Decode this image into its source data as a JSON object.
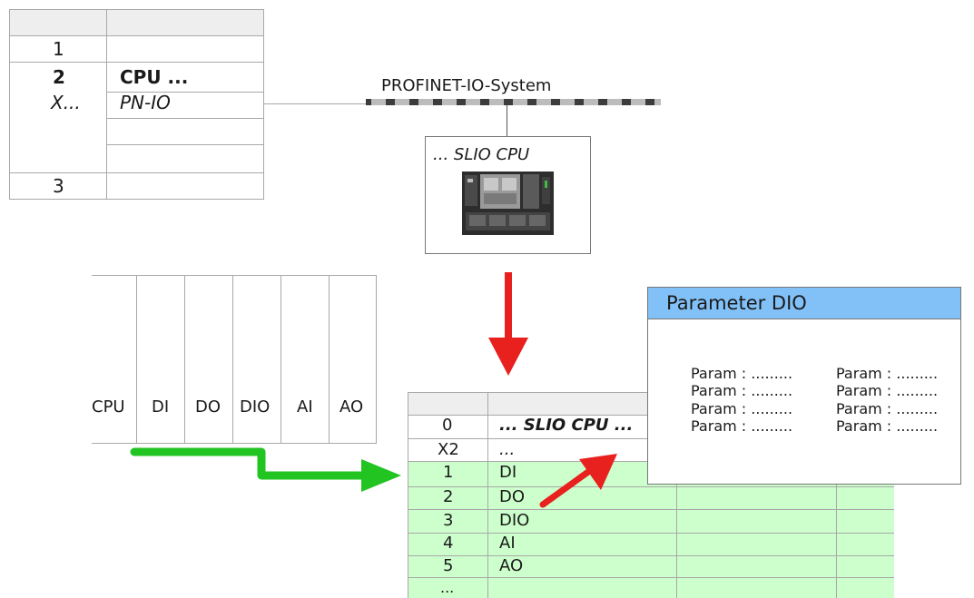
{
  "hw_table": {
    "rows": [
      {
        "slot": "",
        "module": ""
      },
      {
        "slot": "1",
        "module": ""
      },
      {
        "slot": "2",
        "module": "CPU ..."
      },
      {
        "slot": "X...",
        "module": "PN-IO"
      },
      {
        "slot": "",
        "module": ""
      },
      {
        "slot": "",
        "module": ""
      },
      {
        "slot": "3",
        "module": ""
      }
    ]
  },
  "network": {
    "label": "PROFINET-IO-System"
  },
  "device": {
    "label": "... SLIO CPU"
  },
  "module_bar": {
    "modules": [
      "CPU",
      "DI",
      "DO",
      "DIO",
      "AI",
      "AO"
    ]
  },
  "config_table": {
    "rows": [
      {
        "slot": "0",
        "module": "... SLIO CPU ..."
      },
      {
        "slot": "X2",
        "module": "..."
      },
      {
        "slot": "1",
        "module": "DI"
      },
      {
        "slot": "2",
        "module": "DO"
      },
      {
        "slot": "3",
        "module": "DIO"
      },
      {
        "slot": "4",
        "module": "AI"
      },
      {
        "slot": "5",
        "module": "AO"
      },
      {
        "slot": "...",
        "module": ""
      }
    ]
  },
  "param_window": {
    "title": "Parameter DIO",
    "rows": [
      {
        "left": "Param : .........",
        "right": "Param : ........."
      },
      {
        "left": "Param : .........",
        "right": "Param : ........."
      },
      {
        "left": "Param : .........",
        "right": "Param : ........."
      },
      {
        "left": "Param : .........",
        "right": "Param : ........."
      }
    ]
  },
  "colors": {
    "grid": "#a8a8a8",
    "green_row": "#ccffcc",
    "green_arrow": "#22c422",
    "red_arrow": "#e8201e",
    "title_bar": "#82c1f8"
  }
}
